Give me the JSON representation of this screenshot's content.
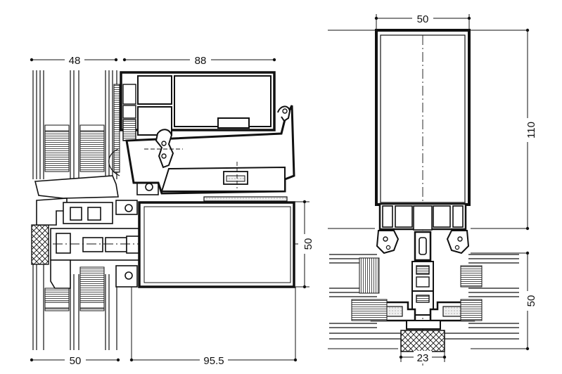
{
  "dimensions": {
    "left_top_width": "48",
    "center_top_width": "88",
    "left_bottom_width": "50",
    "center_bottom_width": "95.5",
    "glass_height": "50",
    "right_top_width": "50",
    "right_height": "110",
    "right_lower_height": "50",
    "right_bottom_width": "23"
  },
  "colors": {
    "line": "#111111",
    "background": "#ffffff"
  }
}
